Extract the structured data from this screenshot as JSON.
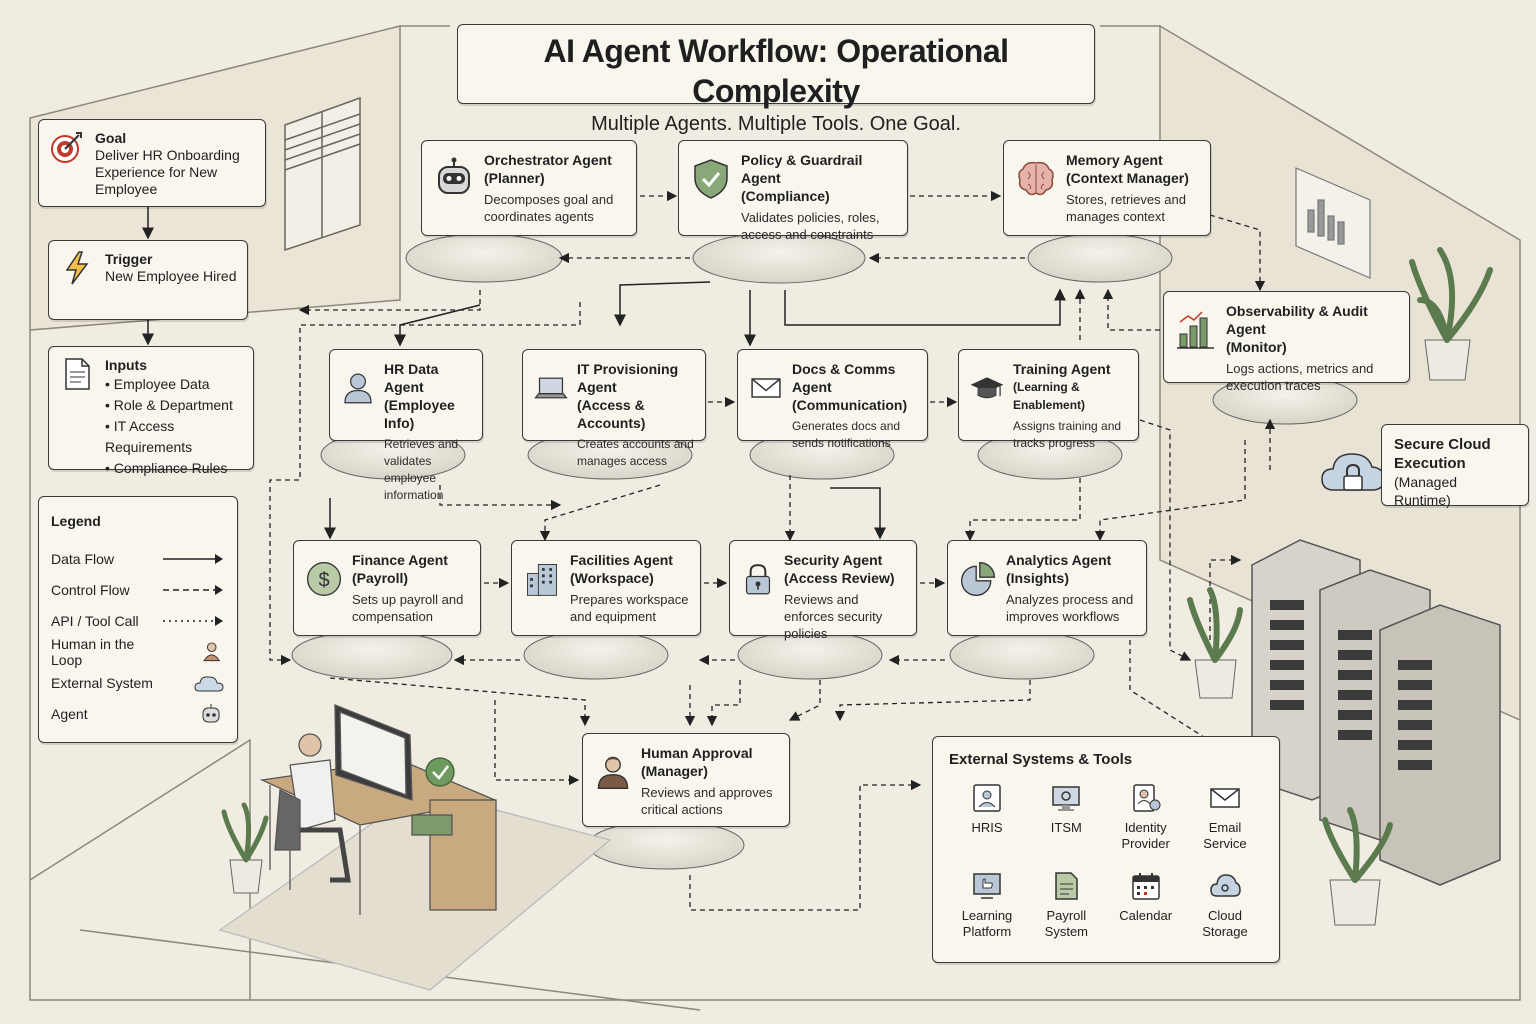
{
  "header": {
    "title": "AI Agent Workflow: Operational Complexity",
    "subtitle": "Multiple Agents. Multiple Tools. One Goal."
  },
  "goal": {
    "label": "Goal",
    "text": "Deliver HR Onboarding Experience for New Employee",
    "icon": "target-icon"
  },
  "trigger": {
    "label": "Trigger",
    "text": "New Employee Hired",
    "icon": "lightning-icon"
  },
  "inputs": {
    "label": "Inputs",
    "icon": "document-icon",
    "items": [
      "Employee Data",
      "Role & Department",
      "IT Access Requirements",
      "Compliance Rules"
    ]
  },
  "legend": {
    "title": "Legend",
    "items": [
      {
        "label": "Data Flow",
        "mark": "solid-arrow"
      },
      {
        "label": "Control Flow",
        "mark": "dashed-arrow"
      },
      {
        "label": "API / Tool Call",
        "mark": "dotted-arrow"
      },
      {
        "label": "Human in the Loop",
        "mark": "person-icon"
      },
      {
        "label": "External System",
        "mark": "cloud-icon"
      },
      {
        "label": "Agent",
        "mark": "robot-icon"
      }
    ]
  },
  "agents": {
    "orchestrator": {
      "title": "Orchestrator Agent",
      "sub": "(Planner)",
      "desc": "Decomposes goal and coordinates agents",
      "icon": "robot-icon"
    },
    "policy": {
      "title": "Policy & Guardrail Agent",
      "sub": "(Compliance)",
      "desc": "Validates policies, roles, access and constraints",
      "icon": "shield-check-icon"
    },
    "memory": {
      "title": "Memory Agent",
      "sub": "(Context Manager)",
      "desc": "Stores, retrieves and manages context",
      "icon": "brain-icon"
    },
    "observability": {
      "title": "Observability & Audit Agent",
      "sub": "(Monitor)",
      "desc": "Logs actions, metrics and execution traces",
      "icon": "bar-chart-icon"
    },
    "hr_data": {
      "title": "HR Data Agent",
      "sub": "(Employee Info)",
      "desc": "Retrieves and validates employee information",
      "icon": "person-icon"
    },
    "it_prov": {
      "title": "IT Provisioning Agent",
      "sub": "(Access & Accounts)",
      "desc": "Creates accounts and manages access",
      "icon": "laptop-icon"
    },
    "docs": {
      "title": "Docs & Comms Agent",
      "sub": "(Communication)",
      "desc": "Generates docs and sends notifications",
      "icon": "envelope-icon"
    },
    "training": {
      "title": "Training Agent",
      "sub": "(Learning & Enablement)",
      "desc": "Assigns training and tracks progress",
      "icon": "graduation-cap-icon"
    },
    "finance": {
      "title": "Finance Agent",
      "sub": "(Payroll)",
      "desc": "Sets up payroll and compensation",
      "icon": "dollar-icon"
    },
    "facilities": {
      "title": "Facilities Agent",
      "sub": "(Workspace)",
      "desc": "Prepares workspace and equipment",
      "icon": "building-icon"
    },
    "security": {
      "title": "Security Agent",
      "sub": "(Access Review)",
      "desc": "Reviews and enforces security policies",
      "icon": "padlock-icon"
    },
    "analytics": {
      "title": "Analytics Agent",
      "sub": "(Insights)",
      "desc": "Analyzes process and improves workflows",
      "icon": "pie-chart-icon"
    },
    "human": {
      "title": "Human Approval",
      "sub": "(Manager)",
      "desc": "Reviews and approves critical actions",
      "icon": "manager-icon"
    }
  },
  "cloud": {
    "title": "Secure Cloud Execution",
    "sub": "(Managed Runtime)",
    "icon": "cloud-lock-icon"
  },
  "external": {
    "title": "External Systems & Tools",
    "items": [
      {
        "label": "HRIS",
        "icon": "hris-icon"
      },
      {
        "label": "ITSM",
        "icon": "itsm-icon"
      },
      {
        "label": "Identity Provider",
        "icon": "identity-icon"
      },
      {
        "label": "Email Service",
        "icon": "envelope-icon"
      },
      {
        "label": "Learning Platform",
        "icon": "learning-icon"
      },
      {
        "label": "Payroll System",
        "icon": "payroll-icon"
      },
      {
        "label": "Calendar",
        "icon": "calendar-icon"
      },
      {
        "label": "Cloud Storage",
        "icon": "cloud-storage-icon"
      }
    ]
  },
  "colors": {
    "background": "#f1ece1",
    "card": "#f9f6ee",
    "ink": "#1f1f1f",
    "accent_green": "#7a9a6a",
    "accent_red": "#c0392b",
    "wall": "#ece6d8"
  }
}
